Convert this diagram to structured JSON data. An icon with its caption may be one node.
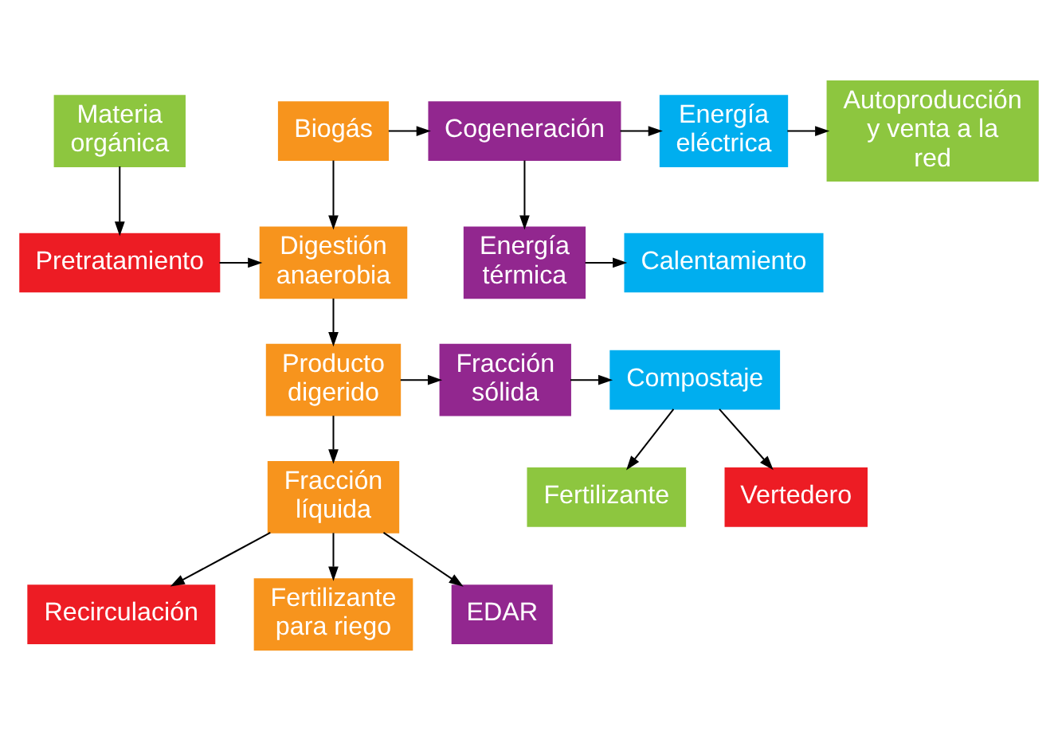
{
  "diagram": {
    "nodes": [
      {
        "text": [
          "Materia orgánica"
        ]
      },
      {
        "text": [
          "Energía térmica"
        ]
      },
      {
        "text": [
          "Calentamiento"
        ]
      },
      {
        "text": [
          "Biogás"
        ]
      },
      {
        "text": [
          "Cogeneración"
        ]
      },
      {
        "text": [
          "Energía eléctrica"
        ]
      },
      {
        "text": [
          "Autoproducción y venta a la red"
        ]
      },
      {
        "text": [
          "Pretratamiento"
        ]
      },
      {
        "text": [
          "Digestión anaerobia"
        ]
      },
      {
        "text": [
          "Producto digerido"
        ]
      },
      {
        "text": [
          "Fracción sólida"
        ]
      },
      {
        "text": [
          "Compostaje"
        ]
      },
      {
        "text": [
          "Fracción líquida"
        ]
      },
      {
        "text": [
          "Vertedero"
        ]
      },
      {
        "text": [
          "Fertilizante"
        ]
      },
      {
        "text": [
          "Recirculación"
        ]
      },
      {
        "text": [
          "Fertilizante para riego"
        ]
      },
      {
        "text": [
          "EDAR"
        ]
      }
    ],
    "edges": [
      {
        "from": 0,
        "to": 7,
        "arrow": "to"
      },
      {
        "from": 7,
        "to": 8,
        "arrow": "to"
      },
      {
        "from": 3,
        "to": 8,
        "arrow": "to"
      },
      {
        "from": 3,
        "to": 4,
        "arrow": "to"
      },
      {
        "from": 4,
        "to": 1,
        "arrow": "to"
      },
      {
        "from": 1,
        "to": 2,
        "arrow": "to"
      },
      {
        "from": 4,
        "to": 5,
        "arrow": "to"
      },
      {
        "from": 5,
        "to": 6,
        "arrow": "to"
      },
      {
        "from": 8,
        "to": 9,
        "arrow": "to"
      },
      {
        "from": 9,
        "to": 10,
        "arrow": "to"
      },
      {
        "from": 10,
        "to": 11,
        "arrow": "to"
      },
      {
        "from": 11,
        "to": 13,
        "arrow": "to"
      },
      {
        "from": 11,
        "to": 14,
        "arrow": "to"
      },
      {
        "from": 9,
        "to": 12,
        "arrow": "to"
      },
      {
        "from": 12,
        "to": 15,
        "arrow": "to"
      },
      {
        "from": 12,
        "to": 16,
        "arrow": "to"
      },
      {
        "from": 12,
        "to": 17,
        "arrow": "to"
      }
    ]
  }
}
